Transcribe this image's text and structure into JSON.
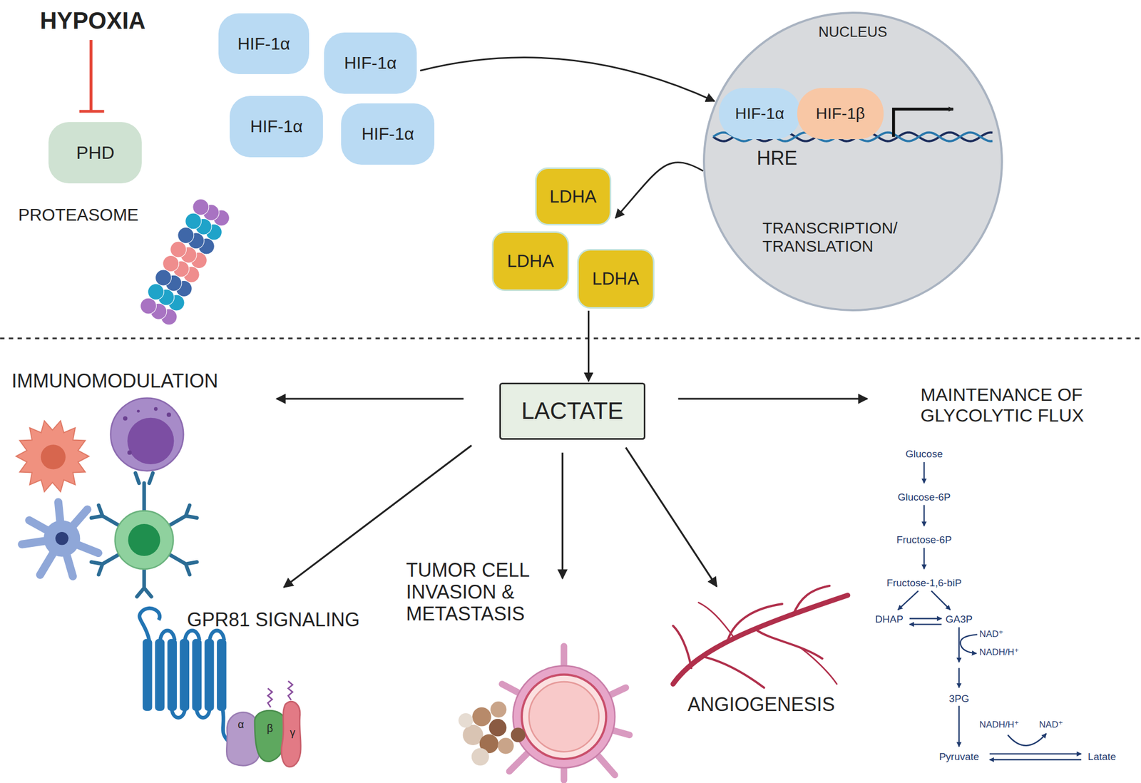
{
  "diagram": {
    "nodes": [
      {
        "text": [
          "PHD"
        ]
      },
      {
        "text": [
          "HIF-1α"
        ]
      },
      {
        "text": [
          "HIF-1α"
        ]
      },
      {
        "text": [
          "HIF-1α"
        ]
      },
      {
        "text": [
          "HIF-1α"
        ]
      },
      {
        "text": [
          "NUCLEUS",
          "TRANSCRIPTION/ TRANSLATION"
        ]
      },
      {
        "text": [
          "HIF-1α"
        ],
        "in": 5
      },
      {
        "text": [
          "HIF-1β"
        ],
        "in": 5
      },
      {
        "text": [
          "LDHA"
        ]
      },
      {
        "text": [
          "LDHA"
        ]
      },
      {
        "text": [
          "LDHA"
        ]
      },
      {
        "text": [
          "LACTATE"
        ]
      }
    ],
    "edges": [
      {
        "from": 2,
        "to": 5,
        "arrow": "to"
      },
      {
        "from": 5,
        "to": 8,
        "arrow": "to"
      },
      {
        "from": 10,
        "to": 11,
        "arrow": "to"
      }
    ],
    "labels": [
      "HYPOXIA",
      "PROTEASOME",
      "HRE",
      "IMMUNOMODULATION",
      "MAINTENANCE OF GLYCOLYTIC FLUX",
      "GPR81 SIGNALING",
      "TUMOR CELL INVASION & METASTASIS",
      "ANGIOGENESIS",
      "Glucose",
      "Glucose-6P",
      "Fructose-6P",
      "Fructose-1,6-biP",
      "DHAP",
      "GA3P",
      "NAD⁺",
      "NADH/H⁺",
      "3PG",
      "NADH/H⁺",
      "NAD⁺",
      "Pyruvate",
      "Latate",
      "α",
      "β",
      "γ"
    ]
  }
}
